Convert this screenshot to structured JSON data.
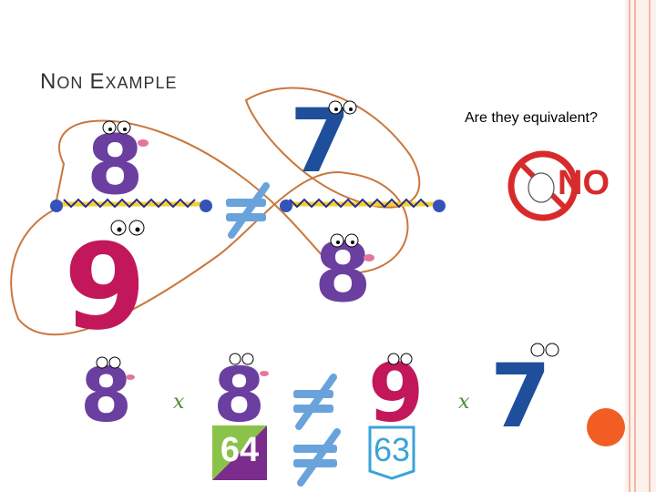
{
  "slide": {
    "title_first_letter_1": "N",
    "title_rest_1": "ON",
    "title_first_letter_2": "E",
    "title_rest_2": "XAMPLE",
    "question": "Are they equivalent?",
    "no_sign_text": "NO",
    "number_tile_left": "64",
    "number_tile_right": "63",
    "accent_color": "#f25d23",
    "frame_color": "#f2b8a6"
  },
  "characters": [
    {
      "digit": "8",
      "color": "#6b3fa0"
    },
    {
      "digit": "7",
      "color": "#1f4f9a"
    },
    {
      "digit": "9",
      "color": "#c2185b"
    },
    {
      "digit": "8",
      "color": "#6b3fa0"
    },
    {
      "digit": "8",
      "color": "#6b3fa0"
    },
    {
      "digit": "8",
      "color": "#6b3fa0"
    },
    {
      "digit": "9",
      "color": "#c2185b"
    },
    {
      "digit": "7",
      "color": "#1f4f9a"
    }
  ],
  "icons": [
    "not-equal-icon",
    "stop-hand-icon",
    "multiply-x-icon",
    "orange-circle-icon"
  ]
}
